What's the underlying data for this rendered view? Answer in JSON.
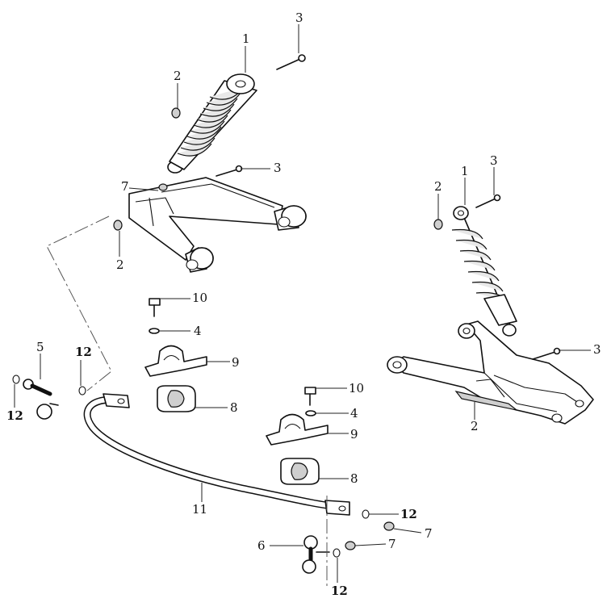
{
  "callouts": {
    "c1a": "1",
    "c1b": "1",
    "c2a": "2",
    "c2b": "2",
    "c2c": "2",
    "c2d": "2",
    "c3a": "3",
    "c3b": "3",
    "c3c": "3",
    "c3d": "3",
    "c4a": "4",
    "c4b": "4",
    "c5": "5",
    "c6": "6",
    "c7a": "7",
    "c7b": "7",
    "c7c": "7",
    "c8a": "8",
    "c8b": "8",
    "c9a": "9",
    "c9b": "9",
    "c10a": "10",
    "c10b": "10",
    "c11": "11",
    "c12a": "12",
    "c12b": "12",
    "c12c": "12",
    "c12d": "12"
  }
}
